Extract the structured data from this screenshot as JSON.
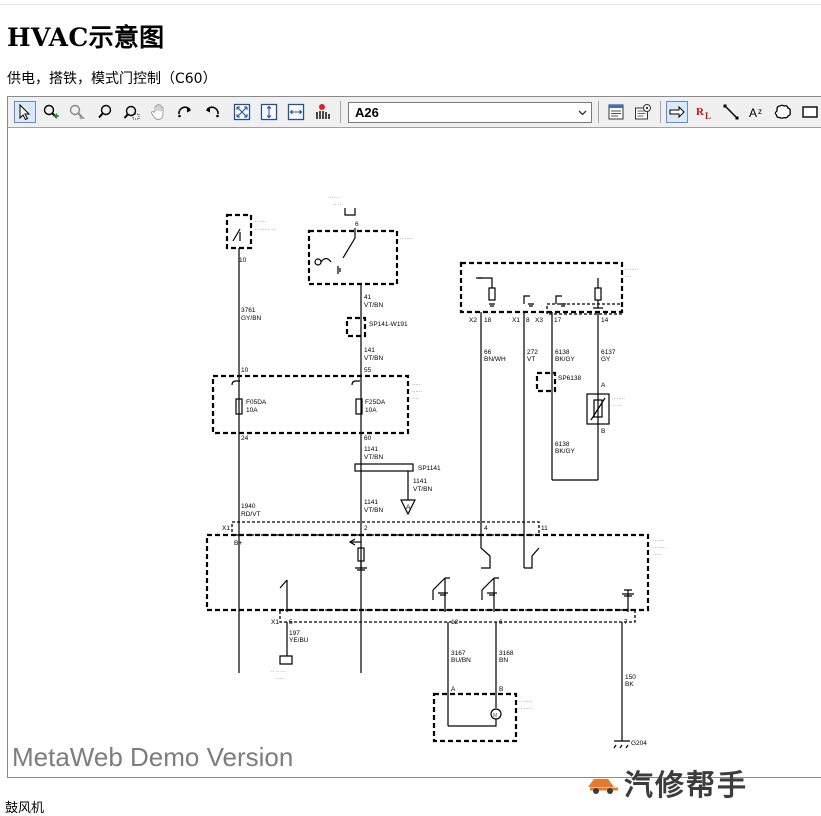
{
  "page": {
    "title": "HVAC示意图",
    "subtitle": "供电，搭铁，模式门控制（C60）",
    "bottom_text": "鼓风机"
  },
  "toolbar": {
    "icons": [
      "select-arrow-icon",
      "zoom-in-icon",
      "zoom-out-icon",
      "zoom-icon",
      "zoom-window-icon",
      "pan-hand-icon",
      "rotate-cw-icon",
      "rotate-ccw-icon",
      "fit-page-icon",
      "fit-height-icon",
      "fit-width-icon",
      "highlight-icon",
      "print-icon",
      "properties-icon",
      "navigate-icon",
      "redline-icon",
      "line-icon",
      "text-icon",
      "cloud-icon",
      "rectangle-icon"
    ],
    "sheet_value": "A26"
  },
  "watermark": "MetaWeb Demo Version",
  "logo": {
    "brand": "汽修帮手"
  },
  "diagram": {
    "labels": {
      "c10": "10",
      "w3761": "3761",
      "w3761c": "GY/BN",
      "c10b": "10",
      "fuse1": "F05DA",
      "fuse1a": "10A",
      "c24": "24",
      "w1940": "1940",
      "w1940c": "RD/VT",
      "x1a": "X1",
      "bplus": "B+",
      "c6": "6",
      "w41": "41",
      "w41c": "VT/BN",
      "splice1": "SP141-W191",
      "w141": "141",
      "w141c": "VT/BN",
      "c55": "55",
      "fuse2": "F25DA",
      "fuse2a": "10A",
      "c60": "60",
      "w1141": "1141",
      "w1141c": "VT/BN",
      "sp1141": "SP1141",
      "w1141b": "1141",
      "w1141bc": "VT/BN",
      "w1141c2": "1141",
      "w1141cc": "VT/BN",
      "arrowA": "A",
      "c2": "2",
      "x2": "X2",
      "c18": "18",
      "x1b": "X1",
      "c8": "8",
      "x3": "X3",
      "c17": "17",
      "c14": "14",
      "w66": "66",
      "w66c": "BN/WH",
      "w272": "272",
      "w272c": "VT",
      "w6138": "6138",
      "w6138c": "BK/GY",
      "w6137": "6137",
      "w6137c": "GY",
      "sp6138": "SP6138",
      "ptA": "A",
      "ptB": "B",
      "w6138b": "6138",
      "w6138bc": "BK/GY",
      "c4": "4",
      "c11": "11",
      "x1c": "X1",
      "c5": "5",
      "w197": "197",
      "w197c": "YE/BU",
      "c12": "12",
      "c6b": "6",
      "w3167": "3167",
      "w3167c": "BU/BN",
      "w3168": "3168",
      "w3168c": "BN",
      "mA": "A",
      "mB": "B",
      "c7": "7",
      "w150": "150",
      "w150c": "BK",
      "g204": "G204"
    }
  }
}
